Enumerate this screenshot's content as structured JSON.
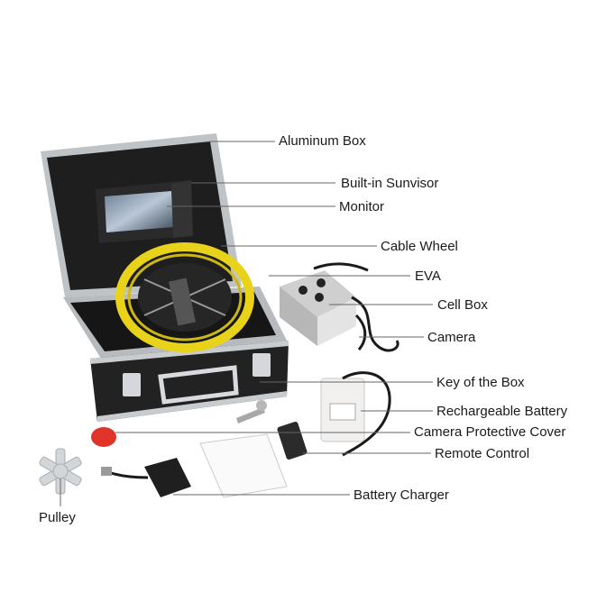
{
  "labels": {
    "aluminum_box": "Aluminum Box",
    "sunvisor": "Built-in Sunvisor",
    "monitor": "Monitor",
    "cable_wheel": "Cable Wheel",
    "eva": "EVA",
    "cell_box": "Cell Box",
    "camera": "Camera",
    "key": "Key of the Box",
    "battery": "Rechargeable Battery",
    "cover": "Camera Protective Cover",
    "remote": "Remote Control",
    "charger": "Battery Charger",
    "pulley": "Pulley"
  },
  "colors": {
    "case_black": "#1c1c1c",
    "aluminum": "#c9cccf",
    "cable_yellow": "#e8d21a",
    "cover_red": "#e0342a",
    "box_white": "#f1f0ee",
    "leader_line": "#666666"
  }
}
